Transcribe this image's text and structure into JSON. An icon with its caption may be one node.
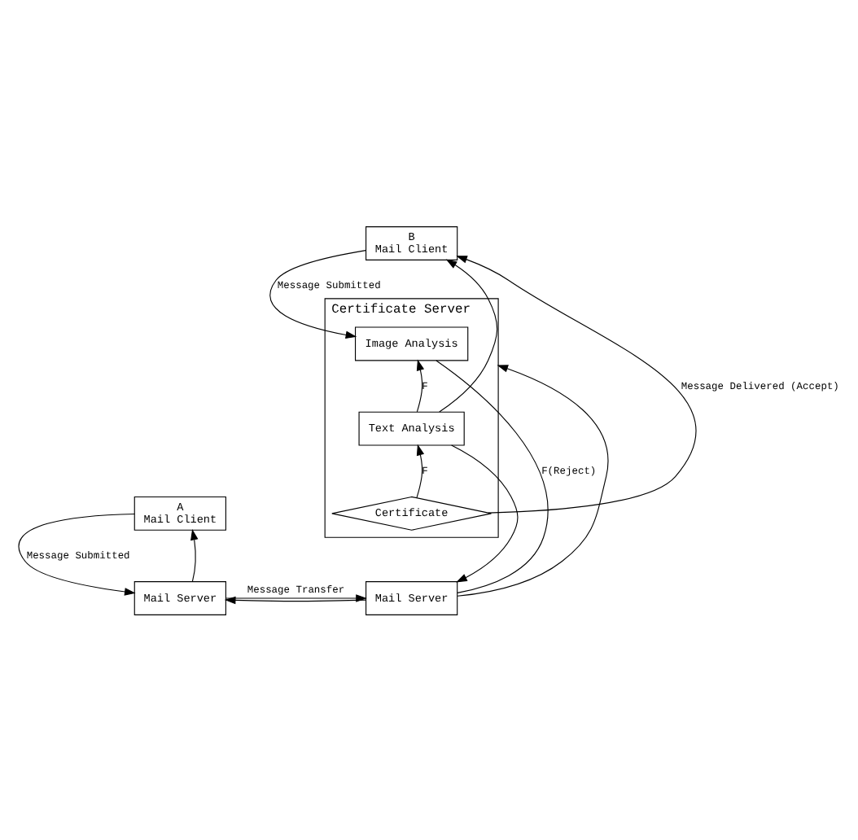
{
  "diagram": {
    "nodes": [
      {
        "text": [
          "A",
          "Mail Client"
        ]
      },
      {
        "text": [
          "Mail Server"
        ]
      },
      {
        "text": [
          "B",
          "Mail Client"
        ]
      },
      {
        "text": [
          "Certificate Server"
        ]
      },
      {
        "text": [
          "Image Analysis"
        ],
        "in": 3
      },
      {
        "text": [
          "Text Analysis"
        ],
        "in": 3
      },
      {
        "text": [
          "Certificate"
        ],
        "in": 3
      },
      {
        "text": [
          "Mail Server"
        ]
      }
    ],
    "edges": [
      {
        "from": 0,
        "to": 1,
        "arrow": "to",
        "label": "Message Submitted"
      },
      {
        "from": 1,
        "to": 0,
        "arrow": "to"
      },
      {
        "from": 1,
        "to": 7,
        "arrow": "to",
        "label": "Message Transfer"
      },
      {
        "from": 7,
        "to": 1,
        "arrow": "to"
      },
      {
        "from": 2,
        "to": 4,
        "arrow": "to",
        "label": "Message Submitted"
      },
      {
        "from": 6,
        "to": 2,
        "arrow": "to",
        "label": "Message Delivered (Accept)"
      },
      {
        "from": 5,
        "to": 2,
        "arrow": "to"
      },
      {
        "from": 5,
        "to": 4,
        "arrow": "to",
        "label": "F"
      },
      {
        "from": 6,
        "to": 5,
        "arrow": "to",
        "label": "F"
      },
      {
        "from": 4,
        "to": 7,
        "arrow": "none",
        "label": "F(Reject)"
      },
      {
        "from": 5,
        "to": 7,
        "arrow": "to"
      },
      {
        "from": 7,
        "to": 3,
        "arrow": "to"
      }
    ]
  }
}
